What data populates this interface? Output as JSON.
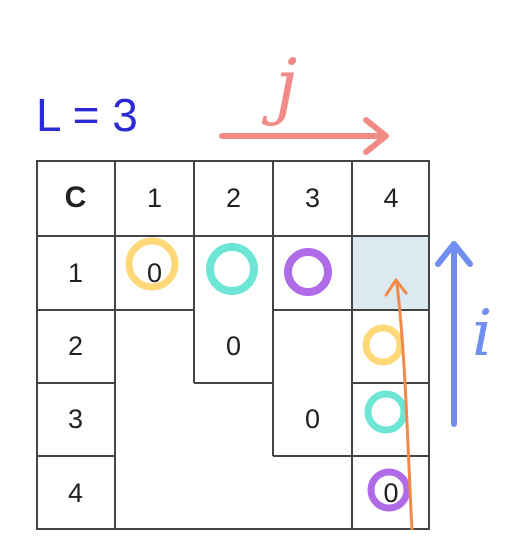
{
  "length_label": "L = 3",
  "axis_labels": {
    "j": "j",
    "i": "i"
  },
  "table": {
    "corner": "C",
    "col_headers": [
      "1",
      "2",
      "3",
      "4"
    ],
    "row_headers": [
      "1",
      "2",
      "3",
      "4"
    ],
    "cells": [
      [
        "0",
        "",
        "",
        ""
      ],
      [
        "",
        "0",
        "",
        ""
      ],
      [
        "",
        "",
        "0",
        ""
      ],
      [
        "",
        "",
        "",
        "0"
      ]
    ]
  },
  "colors": {
    "label_blue": "#2b2bd6",
    "arrow_j": "#f28b87",
    "arrow_i": "#6f8ef0",
    "arrow_target": "#f08a4b",
    "highlight_cell": "#dde9f0",
    "circle_yellow": "#ffd978",
    "circle_teal": "#6ee6d6",
    "circle_purple": "#b06be8",
    "grid_line": "#444444"
  }
}
